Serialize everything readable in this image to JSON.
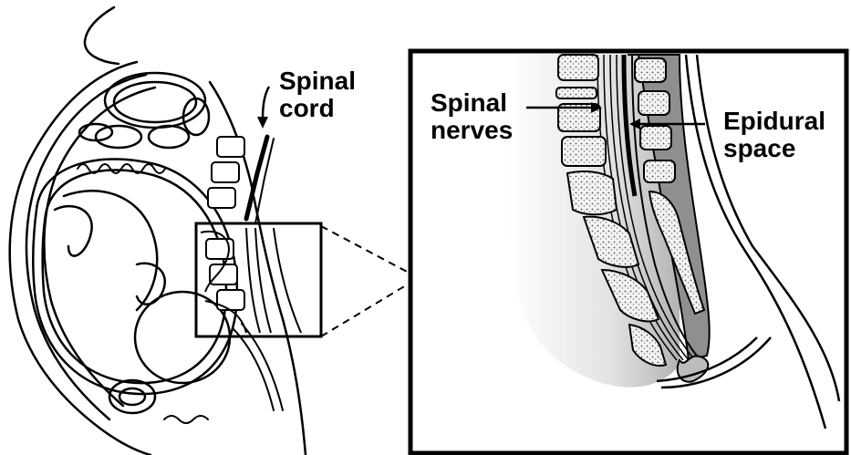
{
  "labels": {
    "spinal_cord": [
      "Spinal",
      "cord"
    ],
    "spinal_nerves": [
      "Spinal",
      "nerves"
    ],
    "epidural_space": [
      "Epidural",
      "space"
    ]
  },
  "colors": {
    "ink": "#000000",
    "background": "#ffffff",
    "shade_dark": "#8a8a8a",
    "shade_light": "#d6d6d6",
    "bone_fill": "#efefef"
  },
  "icons": {
    "arrow": "arrow-icon"
  }
}
